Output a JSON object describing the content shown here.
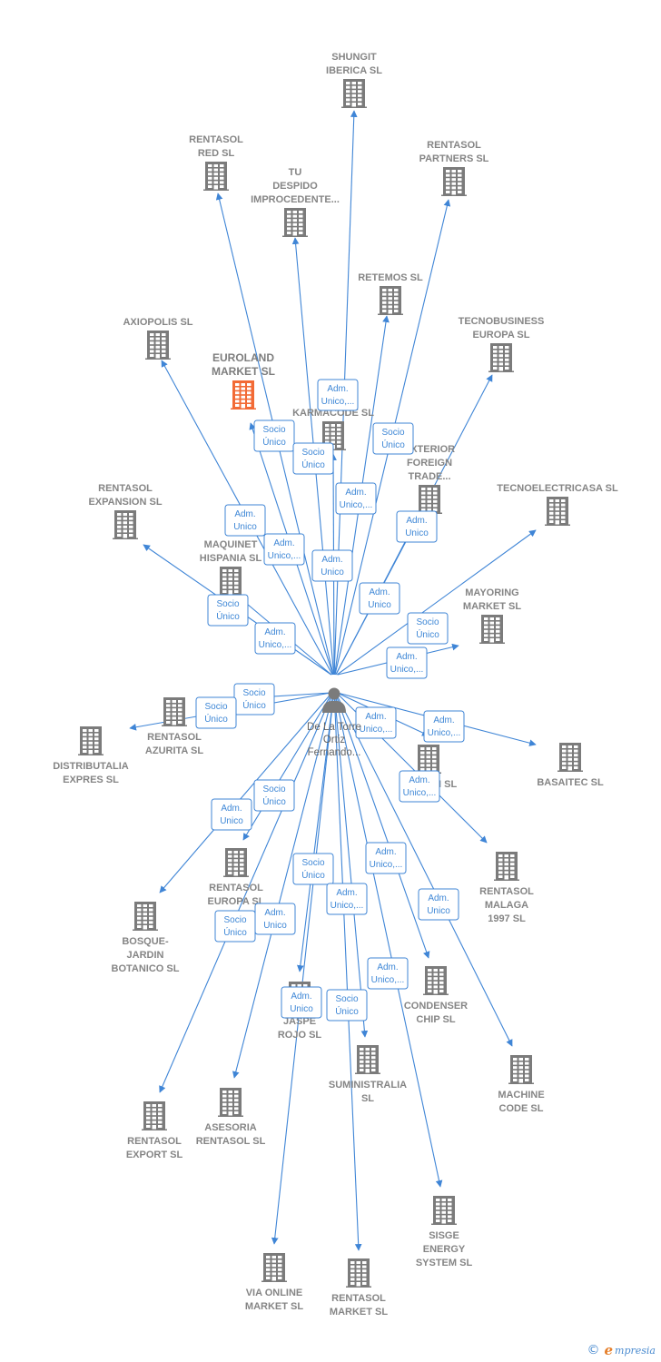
{
  "colors": {
    "edge": "#3f85d6",
    "building": "#7b7b7b",
    "highlight": "#f26a35",
    "person": "#7b7b7b",
    "badge_border": "#3f85d6"
  },
  "person": {
    "lines": [
      "De La Torre",
      "Ortiz",
      "Fernando..."
    ],
    "icon": "person-icon"
  },
  "companies": [
    {
      "id": "shungit",
      "lines": [
        "SHUNGIT",
        "IBERICA  SL"
      ]
    },
    {
      "id": "rentasol-red",
      "lines": [
        "RENTASOL",
        "RED  SL"
      ]
    },
    {
      "id": "rentasol-partners",
      "lines": [
        "RENTASOL",
        "PARTNERS  SL"
      ]
    },
    {
      "id": "tu-despido",
      "lines": [
        "TU",
        "DESPIDO",
        "IMPROCEDENTE..."
      ]
    },
    {
      "id": "retemos",
      "lines": [
        "RETEMOS  SL"
      ]
    },
    {
      "id": "axiopolis",
      "lines": [
        "AXIOPOLIS SL"
      ]
    },
    {
      "id": "tecnobusiness",
      "lines": [
        "TECNOBUSINESS",
        "EUROPA SL"
      ]
    },
    {
      "id": "euroland",
      "lines": [
        "EUROLAND",
        "MARKET  SL"
      ],
      "highlight": true
    },
    {
      "id": "karmacode",
      "lines": [
        "KARMACODE SL"
      ]
    },
    {
      "id": "exterior",
      "lines": [
        "EXTERIOR",
        "FOREIGN",
        "TRADE..."
      ]
    },
    {
      "id": "rentasol-expansion",
      "lines": [
        "RENTASOL",
        "EXPANSION  SL"
      ]
    },
    {
      "id": "tecnoelectricasa",
      "lines": [
        "TECNOELECTRICASA SL"
      ]
    },
    {
      "id": "maquinet",
      "lines": [
        "MAQUINET",
        "HISPANIA  SL"
      ]
    },
    {
      "id": "mayoring",
      "lines": [
        "MAYORING",
        "MARKET  SL"
      ]
    },
    {
      "id": "rentasol-azurita",
      "lines": [
        "RENTASOL",
        "AZURITA  SL"
      ]
    },
    {
      "id": "distributalia",
      "lines": [
        "DISTRIBUTALIA",
        "EXPRES  SL"
      ]
    },
    {
      "id": "basaitec",
      "lines": [
        "BASAITEC  SL"
      ]
    },
    {
      "id": "system",
      "lines": [
        "SYSTEM  SL"
      ]
    },
    {
      "id": "rentasol-malaga",
      "lines": [
        "RENTASOL",
        "MALAGA",
        "1997  SL"
      ]
    },
    {
      "id": "rentasol-europa",
      "lines": [
        "RENTASOL",
        "EUROPA  SL"
      ]
    },
    {
      "id": "bosque",
      "lines": [
        "BOSQUE-",
        "JARDIN",
        "BOTANICO SL"
      ]
    },
    {
      "id": "condenser",
      "lines": [
        "CONDENSER",
        "CHIP  SL"
      ]
    },
    {
      "id": "jaspe",
      "lines": [
        "JASPE",
        "ROJO  SL"
      ]
    },
    {
      "id": "suministralia",
      "lines": [
        "SUMINISTRALIA",
        "SL"
      ]
    },
    {
      "id": "machine-code",
      "lines": [
        "MACHINE",
        "CODE  SL"
      ]
    },
    {
      "id": "rentasol-export",
      "lines": [
        "RENTASOL",
        "EXPORT  SL"
      ]
    },
    {
      "id": "asesoria",
      "lines": [
        "ASESORIA",
        "RENTASOL SL"
      ]
    },
    {
      "id": "sisge",
      "lines": [
        "SISGE",
        "ENERGY",
        "SYSTEM  SL"
      ]
    },
    {
      "id": "via-online",
      "lines": [
        "VIA ONLINE",
        "MARKET SL"
      ]
    },
    {
      "id": "rentasol-market",
      "lines": [
        "RENTASOL",
        "MARKET  SL"
      ]
    }
  ],
  "badges": [
    [
      "Adm.",
      "Unico,..."
    ],
    [
      "Socio",
      "Único"
    ],
    [
      "Socio",
      "Único"
    ],
    [
      "Socio",
      "Único"
    ],
    [
      "Adm.",
      "Unico,..."
    ],
    [
      "Adm.",
      "Unico"
    ],
    [
      "Adm.",
      "Unico,..."
    ],
    [
      "Adm.",
      "Unico"
    ],
    [
      "Adm.",
      "Unico"
    ],
    [
      "Adm.",
      "Unico"
    ],
    [
      "Socio",
      "Único"
    ],
    [
      "Socio",
      "Único"
    ],
    [
      "Adm.",
      "Unico,..."
    ],
    [
      "Adm.",
      "Unico,..."
    ],
    [
      "Socio",
      "Único"
    ],
    [
      "Socio",
      "Único"
    ],
    [
      "Adm.",
      "Unico,..."
    ],
    [
      "Adm.",
      "Unico,..."
    ],
    [
      "Adm.",
      "Unico,..."
    ],
    [
      "Socio",
      "Único"
    ],
    [
      "Adm.",
      "Unico"
    ],
    [
      "Adm.",
      "Unico,..."
    ],
    [
      "Socio",
      "Único"
    ],
    [
      "Adm.",
      "Unico,..."
    ],
    [
      "Adm.",
      "Unico"
    ],
    [
      "Adm.",
      "Unico"
    ],
    [
      "Socio",
      "Único"
    ],
    [
      "Adm.",
      "Unico,..."
    ],
    [
      "Adm.",
      "Unico"
    ],
    [
      "Socio",
      "Único"
    ]
  ],
  "footer": {
    "copyright": "©",
    "brand_initial": "e",
    "brand_rest": "mpresia"
  }
}
